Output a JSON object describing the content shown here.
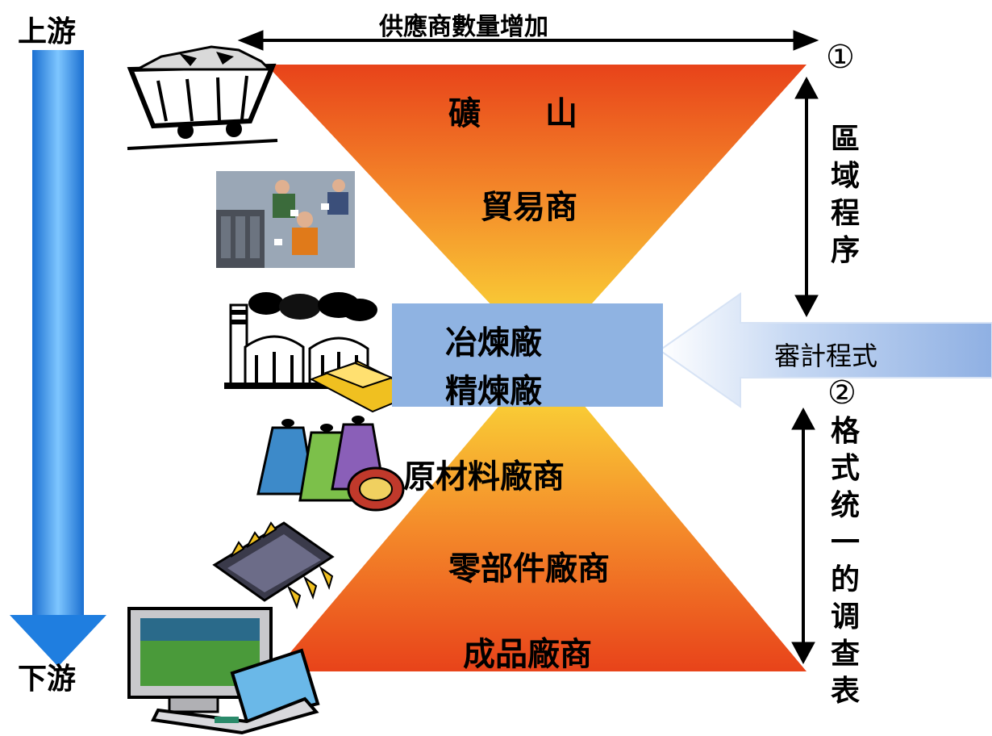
{
  "labels": {
    "upstream": "上游",
    "downstream": "下游",
    "supplier_increase": "供應商數量增加",
    "marker_1": "①",
    "marker_2": "②",
    "regional_procedure": [
      "區",
      "域",
      "程",
      "序"
    ],
    "audit_program": "審計程式",
    "survey_form": [
      "格",
      "式",
      "统",
      "一",
      "的",
      "调",
      "查",
      "表"
    ]
  },
  "tiers": {
    "mine": "礦　　山",
    "trader": "貿易商",
    "smelter": "冶煉廠",
    "refiner": "精煉廠",
    "raw_material": "原材料廠商",
    "component": "零部件廠商",
    "finished_goods": "成品廠商"
  },
  "colors": {
    "funnel_edge": "#e8431a",
    "funnel_center": "#fbe63a",
    "smelter_box": "#8fb3e2",
    "blue_arrow": "#2a8ee0",
    "audit_arrow": "#b9cdee"
  },
  "icons": [
    "mine-cart-icon",
    "traders-icon",
    "factory-icon",
    "thread-spools-icon",
    "chip-icon",
    "computer-icon"
  ]
}
